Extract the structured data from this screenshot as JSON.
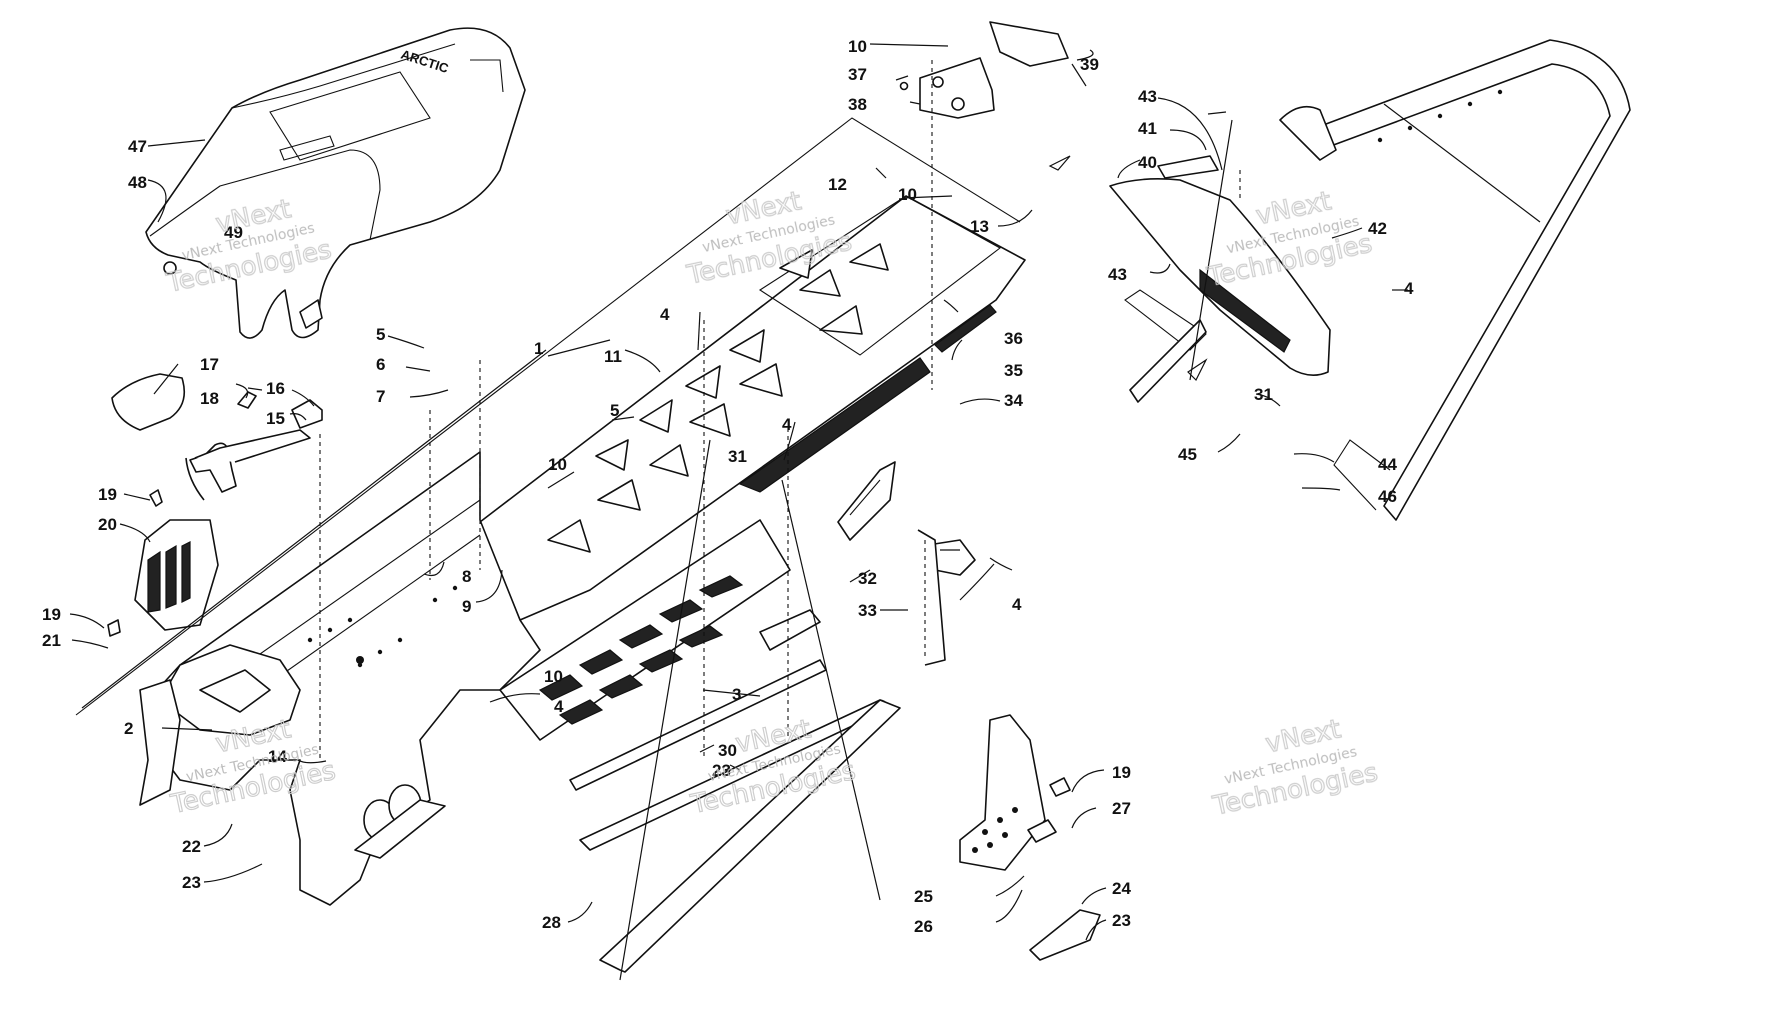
{
  "diagram": {
    "callouts": [
      {
        "id": "c47",
        "label": "47"
      },
      {
        "id": "c48",
        "label": "48"
      },
      {
        "id": "c49",
        "label": "49"
      },
      {
        "id": "c1",
        "label": "1"
      },
      {
        "id": "c2",
        "label": "2"
      },
      {
        "id": "c3",
        "label": "3"
      },
      {
        "id": "c4a",
        "label": "4"
      },
      {
        "id": "c4b",
        "label": "4"
      },
      {
        "id": "c4c",
        "label": "4"
      },
      {
        "id": "c4d",
        "label": "4"
      },
      {
        "id": "c4e",
        "label": "4"
      },
      {
        "id": "c5a",
        "label": "5"
      },
      {
        "id": "c5b",
        "label": "5"
      },
      {
        "id": "c6",
        "label": "6"
      },
      {
        "id": "c7",
        "label": "7"
      },
      {
        "id": "c8",
        "label": "8"
      },
      {
        "id": "c9",
        "label": "9"
      },
      {
        "id": "c10a",
        "label": "10"
      },
      {
        "id": "c10b",
        "label": "10"
      },
      {
        "id": "c10c",
        "label": "10"
      },
      {
        "id": "c10d",
        "label": "10"
      },
      {
        "id": "c11",
        "label": "11"
      },
      {
        "id": "c12",
        "label": "12"
      },
      {
        "id": "c13",
        "label": "13"
      },
      {
        "id": "c14",
        "label": "14"
      },
      {
        "id": "c15",
        "label": "15"
      },
      {
        "id": "c16",
        "label": "16"
      },
      {
        "id": "c17",
        "label": "17"
      },
      {
        "id": "c18",
        "label": "18"
      },
      {
        "id": "c19a",
        "label": "19"
      },
      {
        "id": "c19b",
        "label": "19"
      },
      {
        "id": "c19c",
        "label": "19"
      },
      {
        "id": "c20",
        "label": "20"
      },
      {
        "id": "c21",
        "label": "21"
      },
      {
        "id": "c22",
        "label": "22"
      },
      {
        "id": "c23a",
        "label": "23"
      },
      {
        "id": "c23b",
        "label": "23"
      },
      {
        "id": "c23c",
        "label": "23"
      },
      {
        "id": "c24",
        "label": "24"
      },
      {
        "id": "c25",
        "label": "25"
      },
      {
        "id": "c26",
        "label": "26"
      },
      {
        "id": "c27",
        "label": "27"
      },
      {
        "id": "c28",
        "label": "28"
      },
      {
        "id": "c30",
        "label": "30"
      },
      {
        "id": "c31a",
        "label": "31"
      },
      {
        "id": "c31b",
        "label": "31"
      },
      {
        "id": "c32",
        "label": "32"
      },
      {
        "id": "c33",
        "label": "33"
      },
      {
        "id": "c34",
        "label": "34"
      },
      {
        "id": "c35",
        "label": "35"
      },
      {
        "id": "c36",
        "label": "36"
      },
      {
        "id": "c37",
        "label": "37"
      },
      {
        "id": "c38",
        "label": "38"
      },
      {
        "id": "c39",
        "label": "39"
      },
      {
        "id": "c40",
        "label": "40"
      },
      {
        "id": "c41",
        "label": "41"
      },
      {
        "id": "c42",
        "label": "42"
      },
      {
        "id": "c43a",
        "label": "43"
      },
      {
        "id": "c43b",
        "label": "43"
      },
      {
        "id": "c44",
        "label": "44"
      },
      {
        "id": "c45",
        "label": "45"
      },
      {
        "id": "c46",
        "label": "46"
      }
    ]
  },
  "watermark": {
    "company": "vNext Technologies",
    "brand": "vNext",
    "word": "Technologies"
  }
}
